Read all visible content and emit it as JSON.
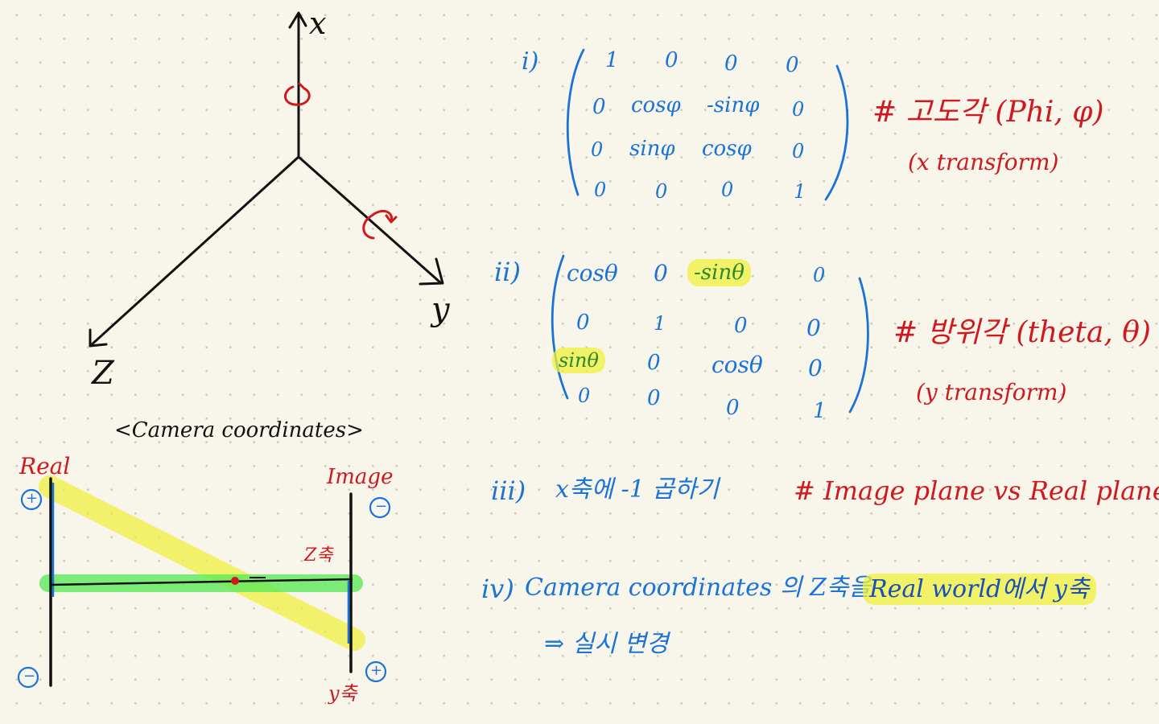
{
  "camera_diagram": {
    "axis_x": "x",
    "axis_y": "y",
    "axis_z": "Z",
    "caption": "<Camera coordinates>"
  },
  "plane_diagram": {
    "real_label": "Real",
    "image_label": "Image",
    "z_axis_label": "Z축",
    "y_axis_label": "y축",
    "plus": "+",
    "minus": "−"
  },
  "matrix_i": {
    "label": "i)",
    "rows": [
      [
        "1",
        "0",
        "0",
        "0"
      ],
      [
        "0",
        "cosφ",
        "-sinφ",
        "0"
      ],
      [
        "0",
        "sinφ",
        "cosφ",
        "0"
      ],
      [
        "0",
        "0",
        "0",
        "1"
      ]
    ],
    "note": "# 고도각 (Phi, φ)",
    "subnote": "(x transform)"
  },
  "matrix_ii": {
    "label": "ii)",
    "rows": [
      [
        "cosθ",
        "0",
        "-sinθ",
        "0"
      ],
      [
        "0",
        "1",
        "0",
        "0"
      ],
      [
        "sinθ",
        "0",
        "cosθ",
        "0"
      ],
      [
        "0",
        "0",
        "0",
        "1"
      ]
    ],
    "note": "# 방위각 (theta, θ)",
    "subnote": "(y transform)"
  },
  "step_iii": {
    "label": "iii)",
    "text": "x축에 -1 곱하기",
    "note": "# Image plane vs Real plane"
  },
  "step_iv": {
    "label": "iv)",
    "text": "Camera coordinates 의 Z축을",
    "highlight": "Real world에서 y축",
    "result": "⇒ 실시 변경"
  },
  "colors": {
    "ink": "#111111",
    "red": "#d0191f",
    "blue": "#1a73d6",
    "yellow_highlight": "#f0f03c",
    "green_highlight": "#5ee85a",
    "paper": "#f8f5ea"
  }
}
